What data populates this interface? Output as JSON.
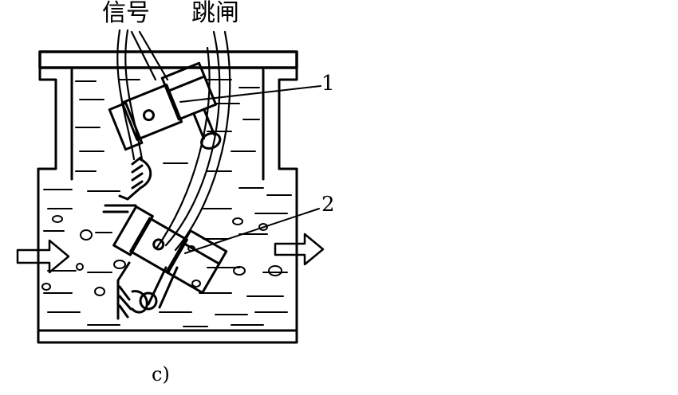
{
  "labels": {
    "signal": "信号",
    "trip": "跳闸",
    "part_1": "1",
    "part_2": "2",
    "caption": "c)"
  },
  "colors": {
    "ink": "#000000",
    "paper": "#ffffff"
  }
}
